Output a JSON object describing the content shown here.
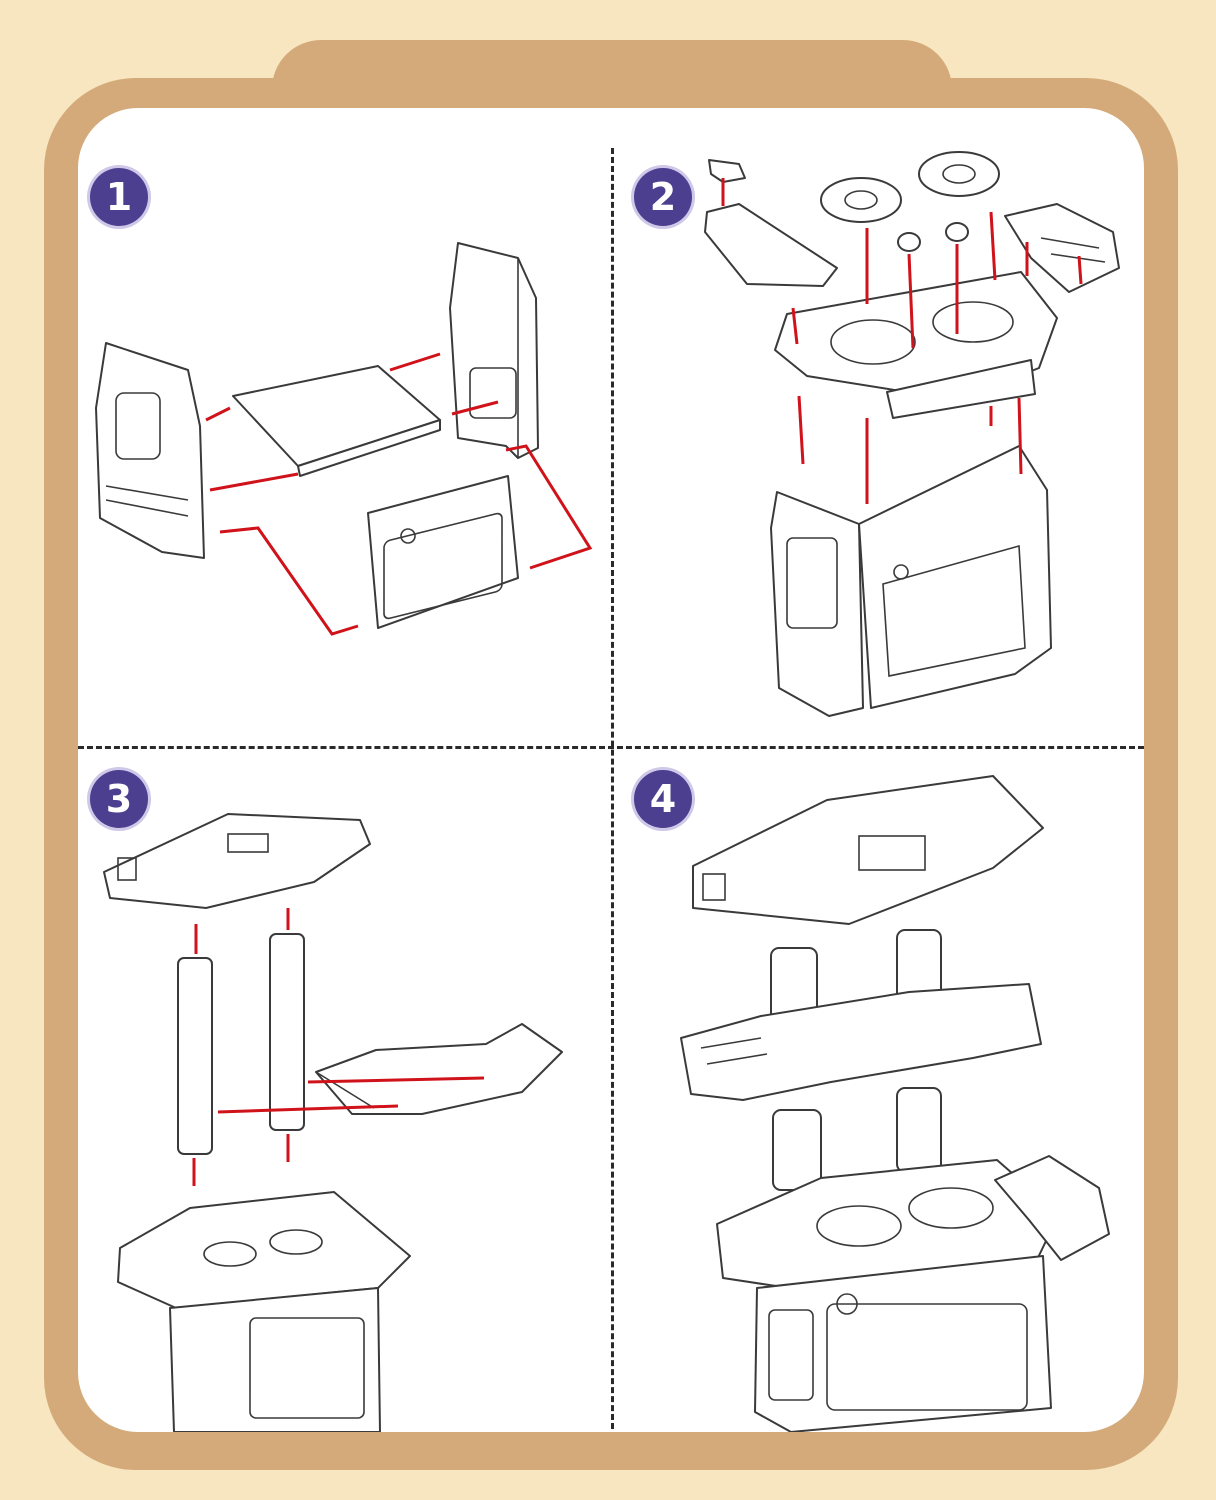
{
  "steps": [
    {
      "number": "1"
    },
    {
      "number": "2"
    },
    {
      "number": "3"
    },
    {
      "number": "4"
    }
  ],
  "colors": {
    "background": "#f8e6c0",
    "frame": "#d4aa7a",
    "panel": "#ffffff",
    "badge": "#4c3f8f",
    "arrow": "#d0121a",
    "outline": "#3a3a3a"
  }
}
